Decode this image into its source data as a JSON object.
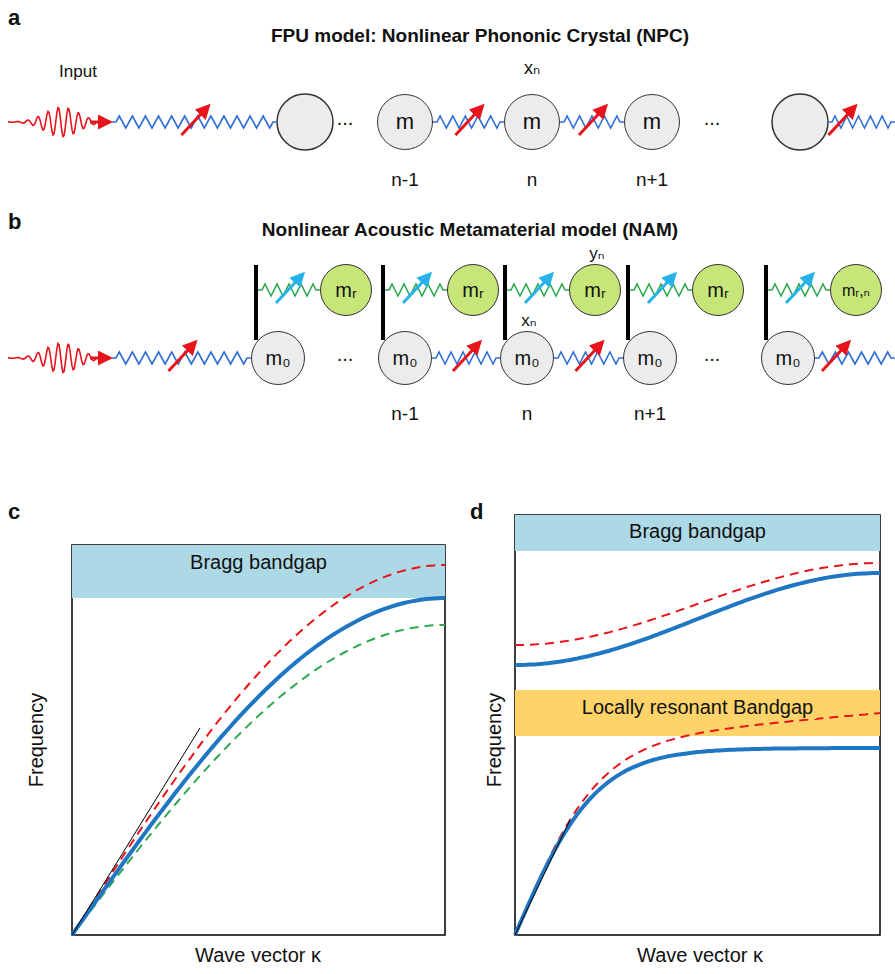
{
  "diagram": {
    "nodes": [
      {
        "text": [
          "m"
        ]
      },
      {
        "text": [
          "m"
        ]
      },
      {
        "text": [
          "m"
        ]
      },
      {
        "text": [
          "mᵣ"
        ]
      },
      {
        "text": [
          "mᵣ"
        ]
      },
      {
        "text": [
          "mᵣ"
        ]
      },
      {
        "text": [
          "mᵣ"
        ]
      },
      {
        "text": [
          "mᵣ,ₙ"
        ]
      },
      {
        "text": [
          "m₀"
        ]
      },
      {
        "text": [
          "m₀"
        ]
      },
      {
        "text": [
          "m₀"
        ]
      },
      {
        "text": [
          "m₀"
        ]
      },
      {
        "text": [
          "m₀"
        ]
      },
      {
        "text": [
          "Bragg bandgap"
        ]
      },
      {
        "text": [
          "Bragg bandgap"
        ]
      },
      {
        "text": [
          "Locally resonant Bandgap"
        ]
      }
    ],
    "labels": [
      "a",
      "FPU model: Nonlinear Phononic Crystal (NPC)",
      "Input",
      "xₙ",
      "...",
      "...",
      "n-1",
      "n",
      "n+1",
      "b",
      "Nonlinear Acoustic Metamaterial model (NAM)",
      "yₙ",
      "xₙ",
      "...",
      "...",
      "n-1",
      "n",
      "n+1",
      "c",
      "Frequency",
      "Wave vector κ",
      "d",
      "Frequency",
      "Wave vector κ"
    ]
  }
}
